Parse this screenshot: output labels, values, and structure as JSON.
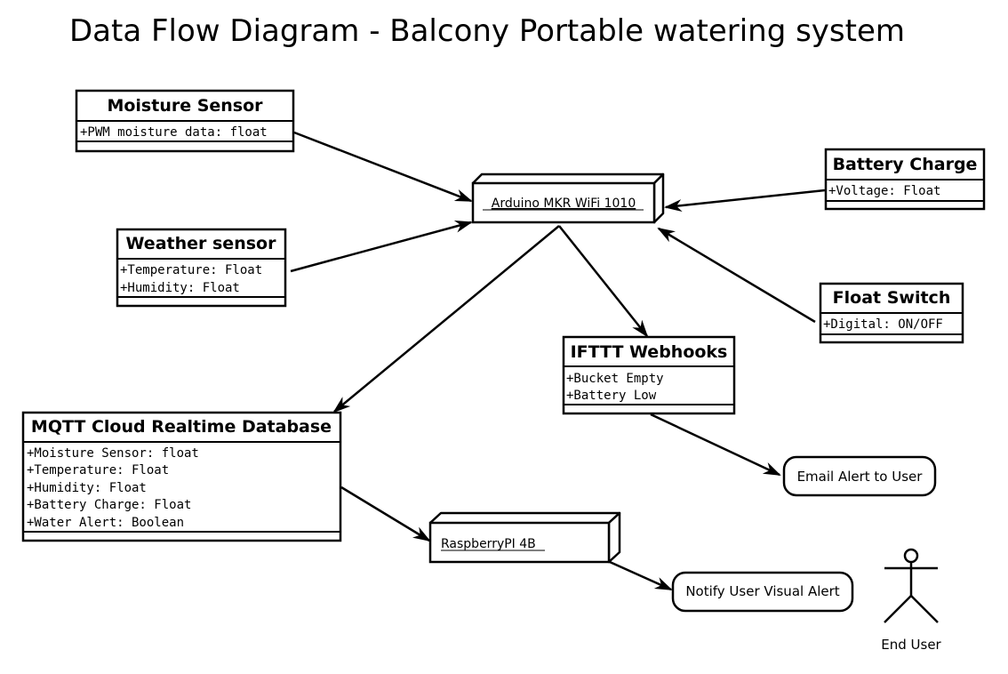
{
  "title": "Data Flow Diagram - Balcony Portable watering system",
  "classes": {
    "moisture": {
      "name": "Moisture Sensor",
      "attrs": [
        "+PWM moisture data: float"
      ]
    },
    "weather": {
      "name": "Weather sensor",
      "attrs": [
        "+Temperature: Float",
        "+Humidity: Float"
      ]
    },
    "battery": {
      "name": "Battery Charge",
      "attrs": [
        "+Voltage: Float"
      ]
    },
    "float": {
      "name": "Float Switch",
      "attrs": [
        "+Digital: ON/OFF"
      ]
    },
    "ifttt": {
      "name": "IFTTT Webhooks",
      "attrs": [
        "+Bucket Empty",
        "+Battery Low"
      ]
    },
    "mqtt": {
      "name": "MQTT Cloud Realtime Database",
      "attrs": [
        "+Moisture Sensor: float",
        "+Temperature: Float",
        "+Humidity: Float",
        "+Battery Charge: Float",
        "+Water Alert: Boolean"
      ]
    }
  },
  "nodes": {
    "arduino": "Arduino MKR WiFi 1010",
    "raspberry": "RaspberryPI 4B"
  },
  "actions": {
    "email": "Email Alert to User",
    "notify": "Notify User Visual Alert"
  },
  "actor": "End User"
}
